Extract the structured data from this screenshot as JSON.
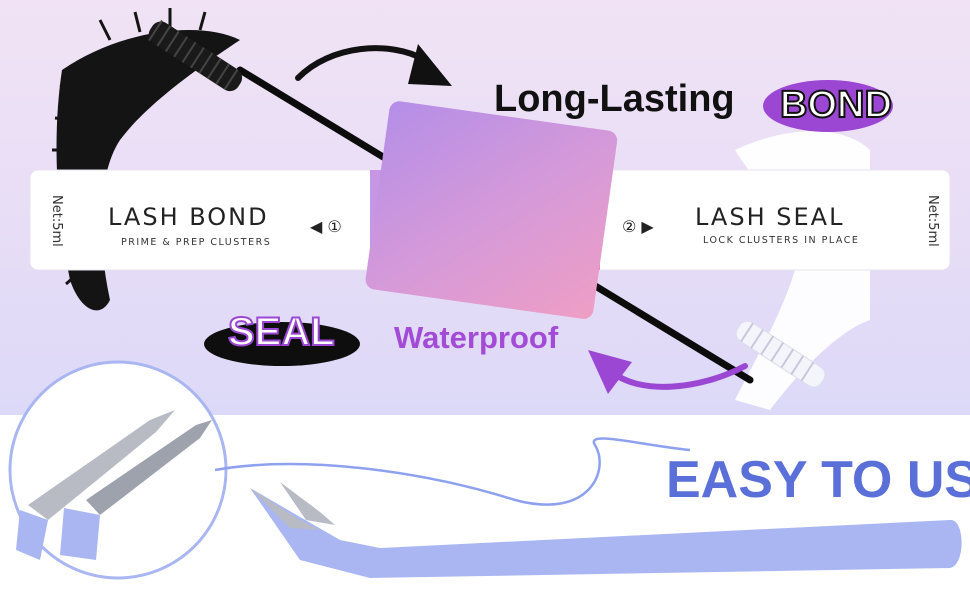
{
  "product": {
    "left_label": "LASH BOND",
    "left_subtitle": "PRIME & PREP CLUSTERS",
    "left_step": "◀ ①",
    "right_label": "LASH SEAL",
    "right_subtitle": "LOCK CLUSTERS IN PLACE",
    "right_step": "② ▶",
    "net_volume": "Net:5ml"
  },
  "callouts": {
    "long_lasting": "Long-Lasting",
    "bond": "BOND",
    "seal": "SEAL",
    "waterproof": "Waterproof",
    "easy_to_use": "EASY TO USE"
  },
  "colors": {
    "purple": "#a34bd6",
    "periwinkle": "#5b6fd8",
    "tweezer": "#a9b6f2"
  }
}
